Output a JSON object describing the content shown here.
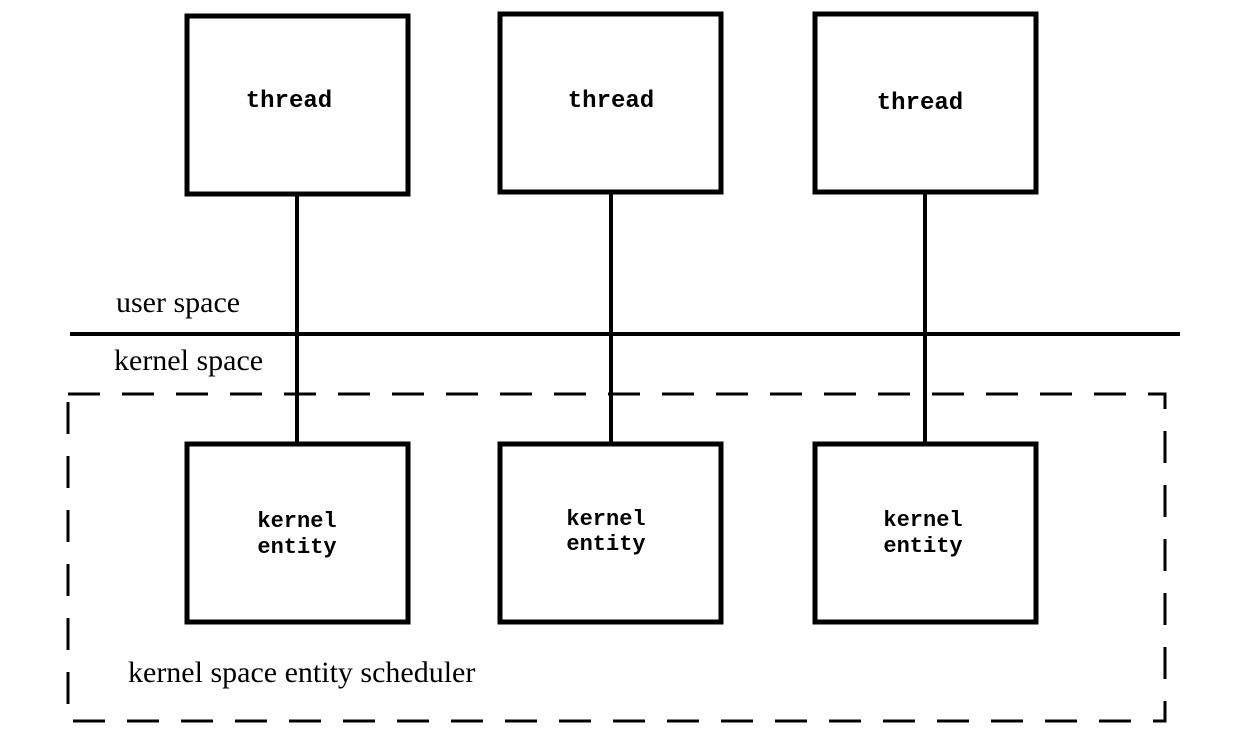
{
  "diagram": {
    "threads": [
      {
        "label": "thread"
      },
      {
        "label": "thread"
      },
      {
        "label": "thread"
      }
    ],
    "kernel_entities": [
      {
        "line1": "kernel",
        "line2": "entity"
      },
      {
        "line1": "kernel",
        "line2": "entity"
      },
      {
        "line1": "kernel",
        "line2": "entity"
      }
    ],
    "user_space_label": "user space",
    "kernel_space_label": "kernel space",
    "scheduler_label": "kernel space entity scheduler"
  }
}
